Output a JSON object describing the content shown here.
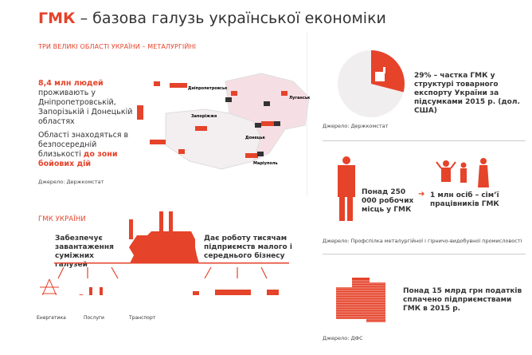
{
  "title": {
    "accent": "ГМК",
    "rest": " – базова галузь української економіки"
  },
  "regions": {
    "heading": "ТРИ ВЕЛИКІ ОБЛАСТІ УКРАЇНИ – МЕТАЛУРГІЙНІ",
    "people_accent": "8,4 млн людей",
    "people_rest": " проживають у Дніпропетровській, Запорізькій і Донецькій областях",
    "proximity": "Області знаходяться в безпосередній близькості ",
    "proximity_accent": "до зони бойових дій",
    "source": "Джерело: Держкомстат",
    "cities": [
      "Дніпропетровськ",
      "Запоріжжя",
      "Донецьк",
      "Луганськ",
      "Маріуполь"
    ]
  },
  "industry": {
    "heading": "ГМК УКРАЇНИ",
    "left_text": "Забезпечує завантаження суміжних галузей",
    "right_text": "Дає роботу тисячам підприємств малого і середнього бізнесу",
    "sectors": [
      "Енергетика",
      "Послуги",
      "Транспорт"
    ]
  },
  "export": {
    "text": "29% – частка ГМК у структурі товарного експорту України за підсумками 2015 р. (дол. США)",
    "share_percent": 29,
    "source": "Джерело: Держкомстат"
  },
  "jobs": {
    "workers": "Понад 250 000 робочих місць у ГМК",
    "families": "1 млн осіб – сім’ї працівників ГМК",
    "source": "Джерело: Профспілка металургійної і гірничо-видобувної промисловості"
  },
  "taxes": {
    "text": "Понад 15 млрд грн податків сплачено підприємствами ГМК в 2015 р.",
    "source": "Джерело: ДФС"
  },
  "colors": {
    "accent": "#e5432a"
  }
}
